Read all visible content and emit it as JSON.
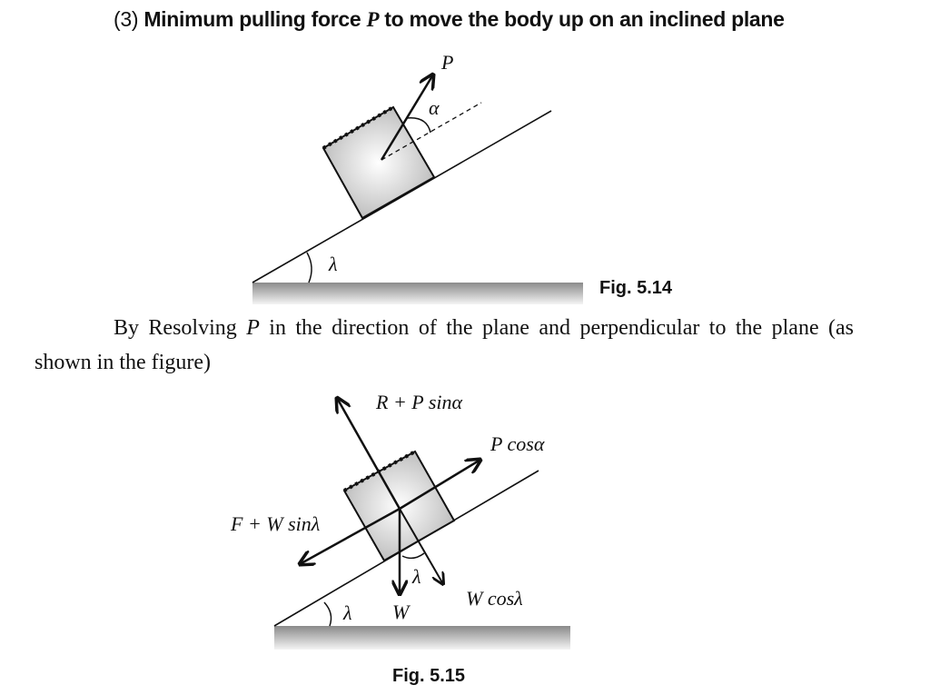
{
  "section": {
    "number": "(3)",
    "heading_before": "Minimum pulling force ",
    "heading_var": "P",
    "heading_after": " to move the body up on an inclined plane"
  },
  "paragraph": {
    "before": "By Resolving ",
    "var": "P",
    "after": " in the direction of the plane and perpendicular to the plane (as shown in the figure)"
  },
  "figure1": {
    "caption": "Fig. 5.14",
    "labels": {
      "force": "P",
      "angle_force": "α",
      "angle_incline": "λ"
    }
  },
  "figure2": {
    "caption": "Fig. 5.15",
    "labels": {
      "normal": "R + P sinα",
      "along_up": "P cosα",
      "along_down": "F + W sinλ",
      "weight": "W",
      "weight_normal": "W cosλ",
      "angle_weight": "λ",
      "angle_incline": "λ"
    }
  }
}
